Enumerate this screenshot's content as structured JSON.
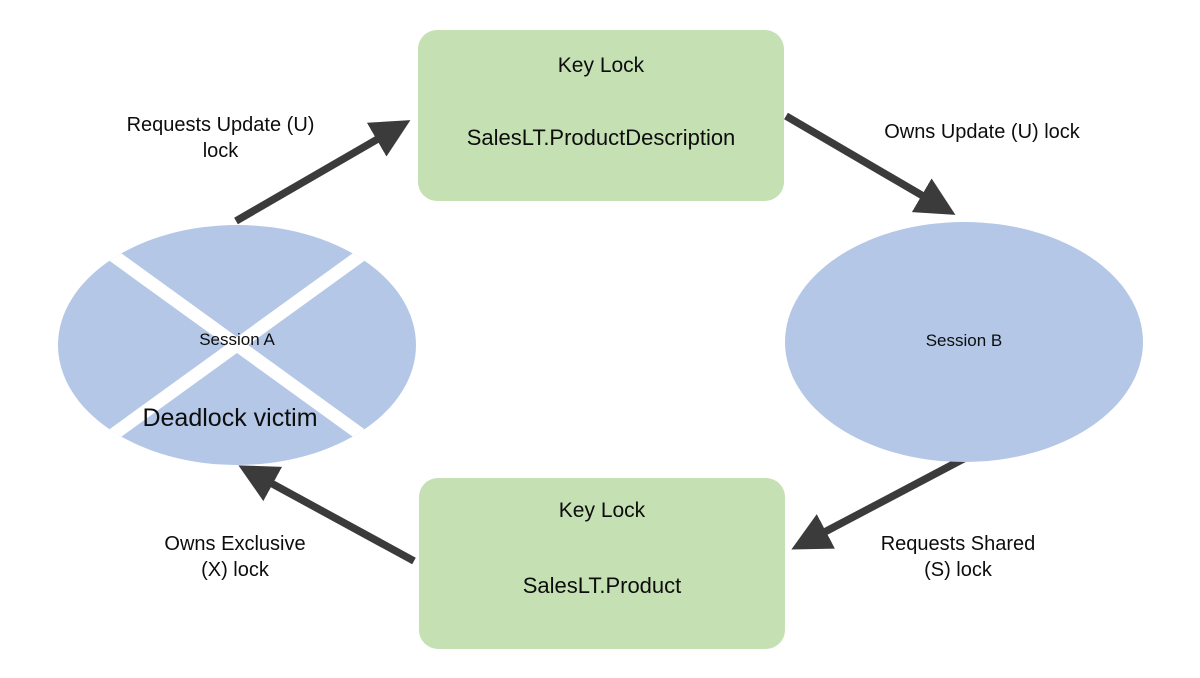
{
  "diagram": {
    "title": "SQL Server deadlock diagram",
    "colors": {
      "lock_box_fill": "#c5e0b3",
      "session_fill": "#b4c7e7",
      "arrow": "#3b3b3b",
      "text": "#0d0d0d",
      "background": "#ffffff",
      "cross": "#ffffff"
    },
    "nodes": {
      "session_a": {
        "label": "Session A",
        "status_label": "Deadlock victim",
        "shape": "ellipse",
        "marked_with_cross": true
      },
      "session_b": {
        "label": "Session B",
        "shape": "ellipse",
        "marked_with_cross": false
      },
      "keylock_product_description": {
        "title": "Key Lock",
        "resource": "SalesLT.ProductDescription",
        "shape": "rounded-rectangle"
      },
      "keylock_product": {
        "title": "Key Lock",
        "resource": "SalesLT.Product",
        "shape": "rounded-rectangle"
      }
    },
    "edges": {
      "a_requests_update": {
        "label": "Requests Update (U)\nlock",
        "from": "session_a",
        "to": "keylock_product_description",
        "direction": "up-right"
      },
      "b_owns_update": {
        "label": "Owns Update (U) lock",
        "from": "keylock_product_description",
        "to": "session_b",
        "direction": "down-right"
      },
      "b_requests_shared": {
        "label": "Requests Shared\n(S) lock",
        "from": "session_b",
        "to": "keylock_product",
        "direction": "down-left"
      },
      "a_owns_exclusive": {
        "label": "Owns Exclusive\n(X) lock",
        "from": "keylock_product",
        "to": "session_a",
        "direction": "up-left"
      }
    }
  }
}
